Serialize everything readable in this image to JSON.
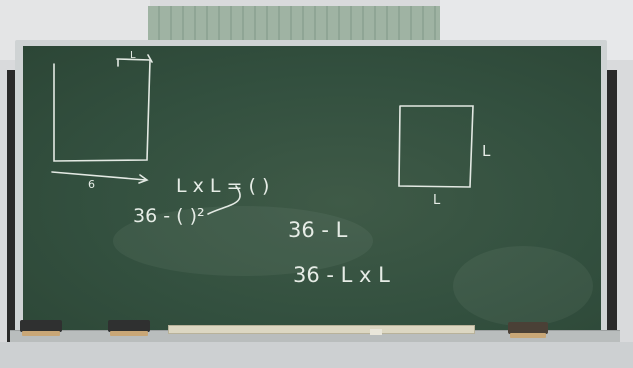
{
  "chalk": {
    "left_side_label": "L",
    "left_bottom_label": "6",
    "area_eq": "L x L = ( )",
    "line_36_circle": "36 - ( )²",
    "line_36_L": "36 - L",
    "line_36_LxL": "36 - L x L",
    "square_side_label": "L",
    "square_bottom_label": "L"
  },
  "colors": {
    "board": "#33503f",
    "chalk": "#e6ece6",
    "frame": "#cfd3d4"
  }
}
